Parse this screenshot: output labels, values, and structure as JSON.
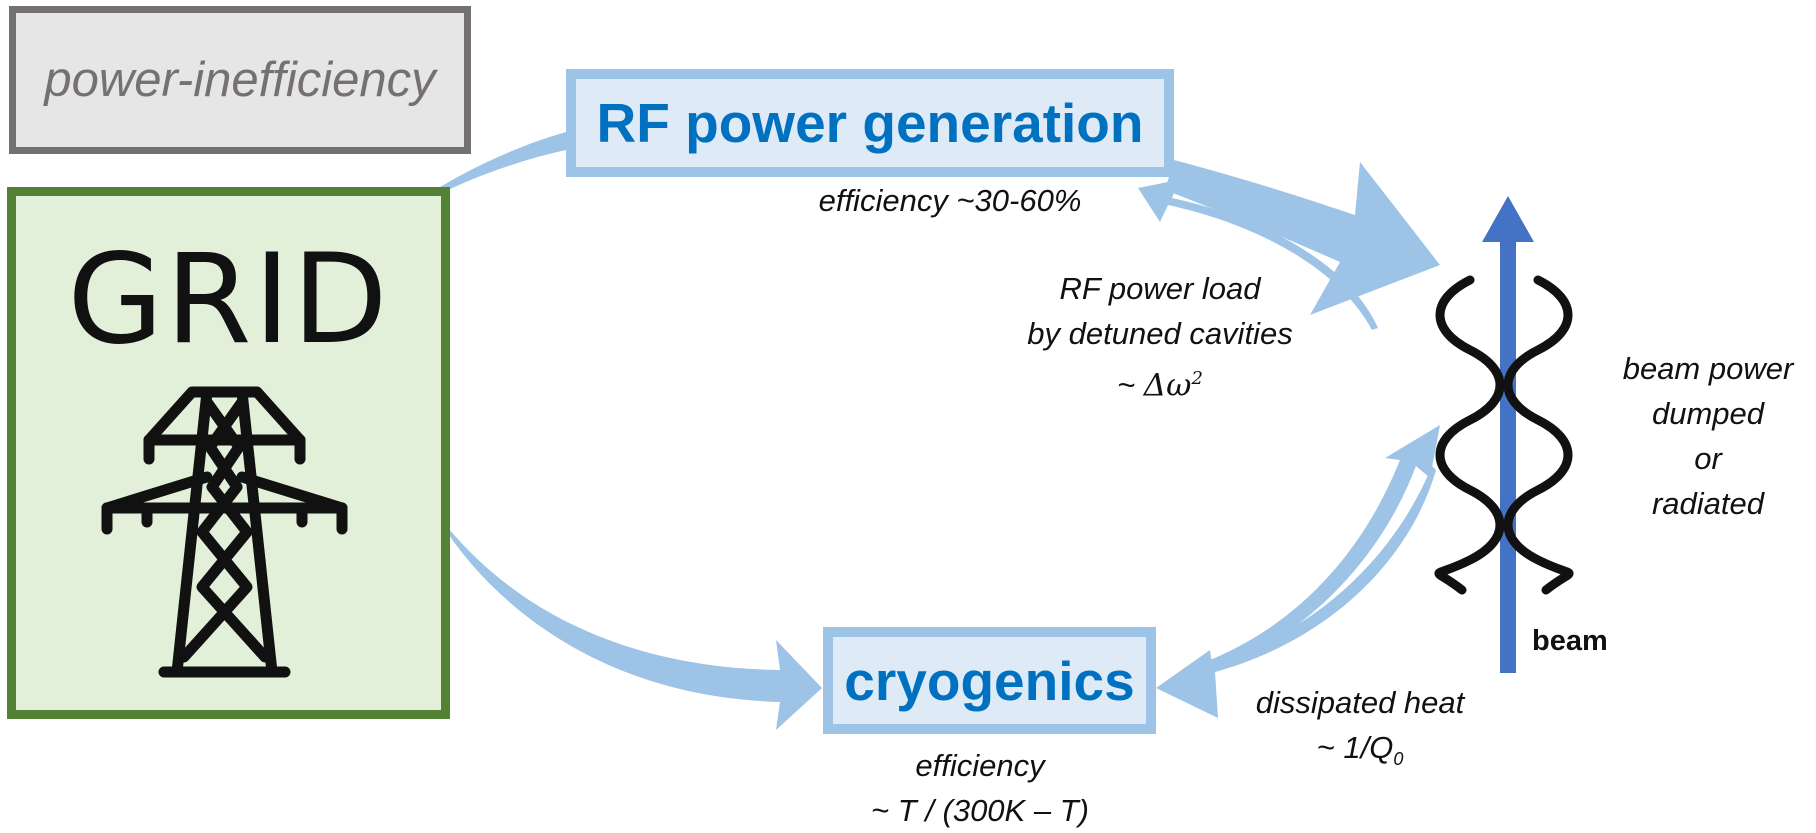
{
  "legend": {
    "label": "power-inefficiency"
  },
  "grid": {
    "label": "GRID"
  },
  "rf": {
    "label": "RF power generation",
    "efficiency": "efficiency ~30-60%"
  },
  "cryo": {
    "label": "cryogenics",
    "efficiency_line1": "efficiency",
    "efficiency_line2": "~ T / (300K – T)"
  },
  "detuning": {
    "line1": "RF power load",
    "line2": "by detuned cavities",
    "line3_prefix": "~ ",
    "line3_symbol": "Δω",
    "line3_sup": "2"
  },
  "heat": {
    "line1": "dissipated heat",
    "line2_prefix": "~ 1/Q",
    "line2_sub": "0"
  },
  "beam": {
    "label": "beam",
    "power_line1": "beam power",
    "power_line2": "dumped",
    "power_line3": "or",
    "power_line4": "radiated"
  },
  "colors": {
    "arrow": "#9dc3e6",
    "beam_arrow": "#4472c4",
    "grid_border": "#548235",
    "grid_fill": "#e2f0d9",
    "box_fill": "#deebf7",
    "box_text": "#0070c0",
    "legend_fill": "#e6e6e6",
    "legend_border": "#767171"
  }
}
